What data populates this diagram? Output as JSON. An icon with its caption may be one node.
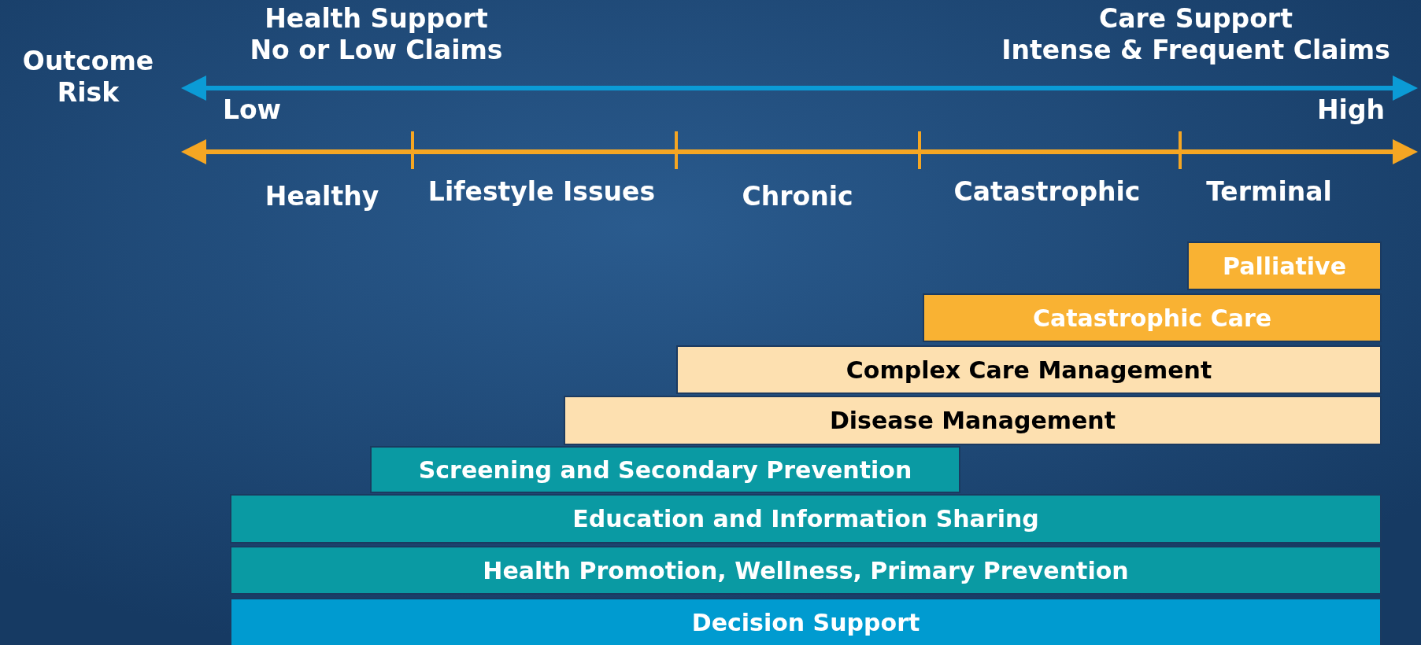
{
  "diagram": {
    "nodes": [
      {
        "text": [
          "Palliative"
        ]
      },
      {
        "text": [
          "Catastrophic Care"
        ]
      },
      {
        "text": [
          "Complex Care Management"
        ]
      },
      {
        "text": [
          "Disease Management"
        ]
      },
      {
        "text": [
          "Screening and Secondary Prevention"
        ]
      },
      {
        "text": [
          "Education and Information Sharing"
        ]
      },
      {
        "text": [
          "Health Promotion, Wellness, Primary Prevention"
        ]
      },
      {
        "text": [
          "Decision Support"
        ]
      }
    ],
    "labels": [
      "Outcome Risk",
      "Health Support",
      "No or Low Claims",
      "Care Support",
      "Intense & Frequent Claims",
      "Low",
      "High",
      "Healthy",
      "Lifestyle Issues",
      "Chronic",
      "Catastrophic",
      "Terminal"
    ]
  }
}
